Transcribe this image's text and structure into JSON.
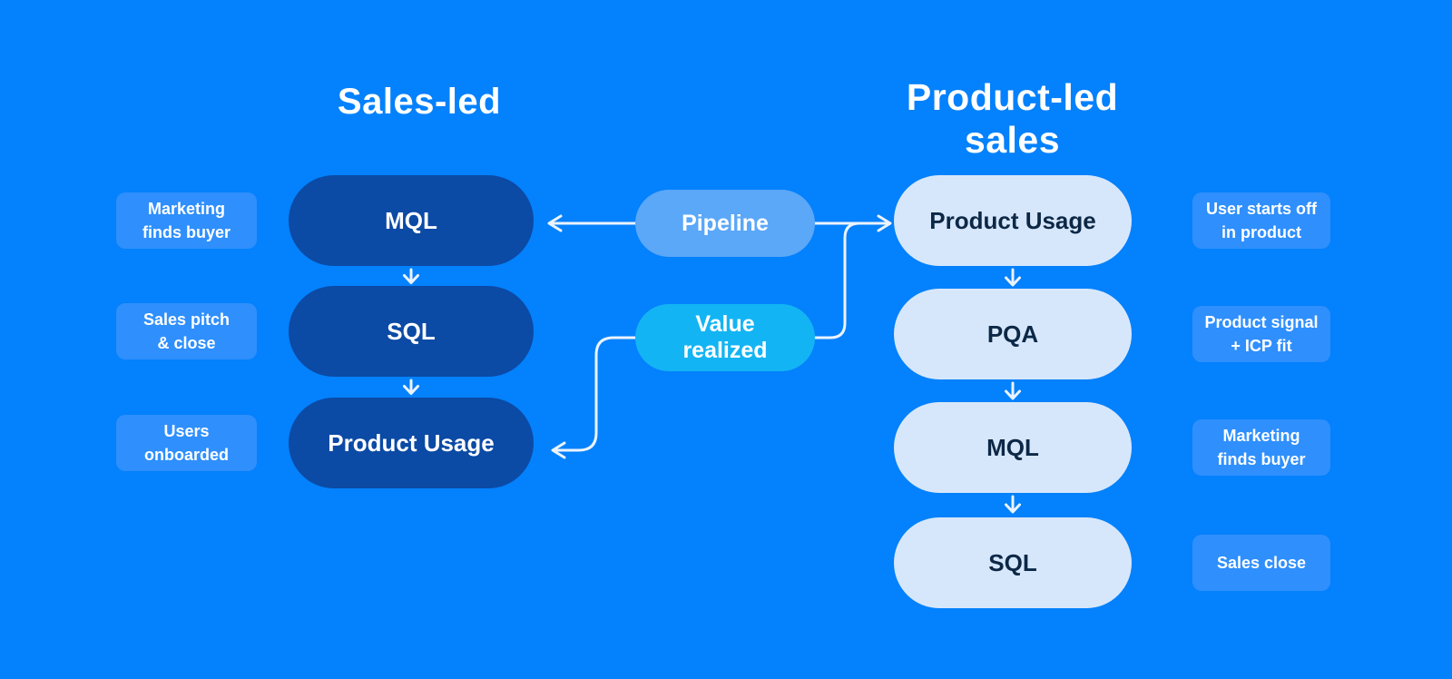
{
  "colors": {
    "background": "#0481FC",
    "dark_pill": "#0B4AA5",
    "dark_pill_text": "#FFFFFF",
    "pipeline_pill": "#5BA7F8",
    "value_pill": "#13B4F4",
    "light_pill": "#D7E7FB",
    "light_pill_text": "#0C2846",
    "note_bg": "#2F8FFD",
    "note_text": "#FFFFFF",
    "connector": "#EBF3FD",
    "title_text": "#FFFFFF"
  },
  "sales_led": {
    "title": "Sales-led",
    "stages": [
      "MQL",
      "SQL",
      "Product Usage"
    ],
    "notes": [
      "Marketing\nfinds buyer",
      "Sales pitch\n& close",
      "Users\nonboarded"
    ]
  },
  "product_led": {
    "title": "Product-led sales",
    "stages": [
      "Product Usage",
      "PQA",
      "MQL",
      "SQL"
    ],
    "notes": [
      "User starts off\nin product",
      "Product signal\n+ ICP fit",
      "Marketing\nfinds buyer",
      "Sales close"
    ]
  },
  "center": {
    "pipeline_label": "Pipeline",
    "value_label": "Value\nrealized"
  }
}
